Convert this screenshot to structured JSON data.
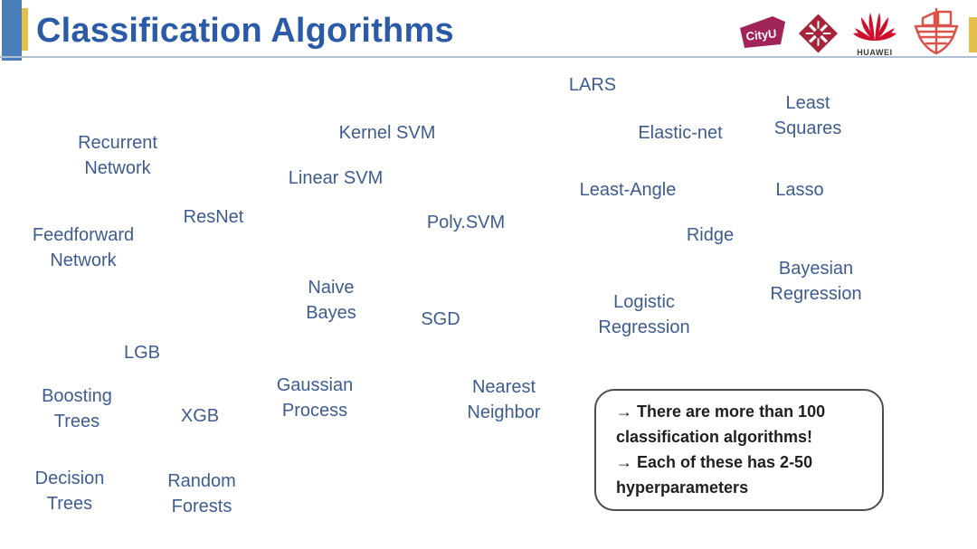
{
  "header": {
    "title": "Classification Algorithms"
  },
  "logos": {
    "cityu_label": "CityU",
    "huawei_label": "HUAWEI"
  },
  "algorithms": {
    "lars": "LARS",
    "least_squares": "Least Squares",
    "kernel_svm": "Kernel SVM",
    "elastic_net": "Elastic-net",
    "recurrent_network": "Recurrent Network",
    "linear_svm": "Linear SVM",
    "least_angle": "Least-Angle",
    "lasso": "Lasso",
    "resnet": "ResNet",
    "poly_svm": "Poly.SVM",
    "ridge": "Ridge",
    "feedforward_network": "Feedforward Network",
    "bayesian_regression": "Bayesian Regression",
    "naive_bayes": "Naive Bayes",
    "logistic_regression": "Logistic Regression",
    "sgd": "SGD",
    "lgb": "LGB",
    "gaussian_process": "Gaussian Process",
    "nearest_neighbor": "Nearest Neighbor",
    "boosting_trees": "Boosting Trees",
    "xgb": "XGB",
    "decision_trees": "Decision Trees",
    "random_forests": "Random Forests"
  },
  "callout": {
    "items": [
      "→ There are more than 100 classification algorithms!",
      "→ Each of these has 2-50 hyperparameters"
    ]
  },
  "colors": {
    "title_blue": "#2B5AA7",
    "label_blue": "#3E5C8E",
    "bar_blue": "#4A7EBB",
    "accent_yellow": "#E3C04B",
    "divider": "#AFC0D2",
    "callout_border": "#4D4D4D",
    "callout_text": "#1F1F1F",
    "cityu_magenta": "#A02458",
    "polyu_red": "#A62339",
    "huawei_red": "#CE0E2D",
    "ship_red": "#D9534B"
  }
}
